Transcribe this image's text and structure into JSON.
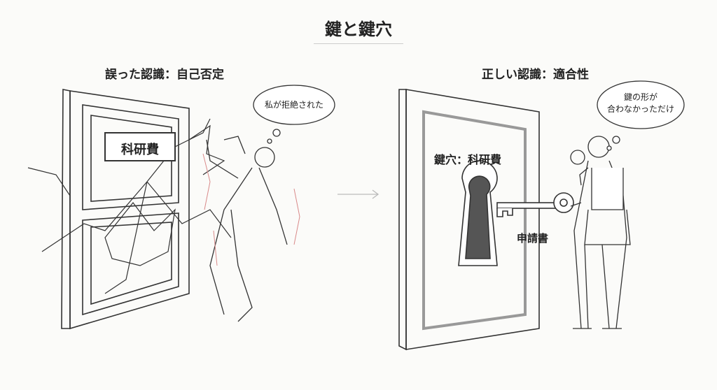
{
  "title": "鍵と鍵穴",
  "left": {
    "heading": "誤った認識：自己否定",
    "sign": "科研費",
    "thought": "私が拒絶された"
  },
  "right": {
    "heading": "正しい認識：適合性",
    "keyhole_label": "鍵穴：科研費",
    "key_label": "申請書",
    "thought_line1": "鍵の形が",
    "thought_line2": "合わなかっただけ"
  },
  "colors": {
    "line": "#333333",
    "accent": "#d98a8a",
    "arrow": "#bbbbbb"
  }
}
